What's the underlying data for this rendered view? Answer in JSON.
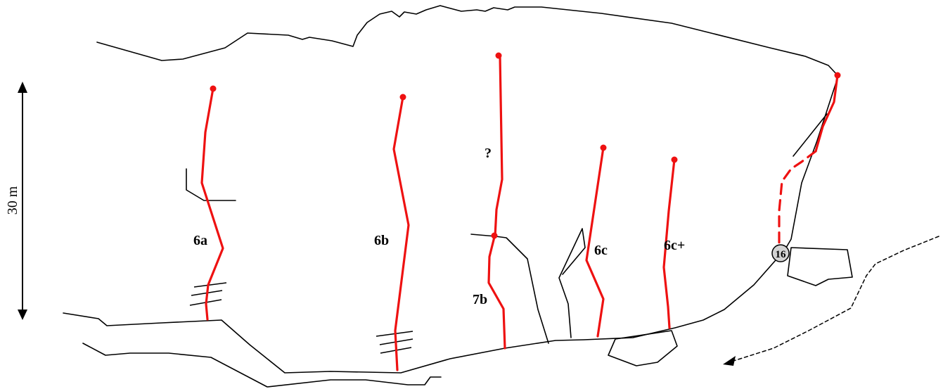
{
  "scale_label": "30 m",
  "routes": [
    {
      "grade": "6a"
    },
    {
      "grade": "6b"
    },
    {
      "grade": "?"
    },
    {
      "grade": "7b"
    },
    {
      "grade": "6c"
    },
    {
      "grade": "6c+"
    }
  ],
  "belay_station": "16",
  "colors": {
    "route": "#ee1111",
    "rock_outline": "#000000",
    "station_fill": "#d3d3d3"
  }
}
